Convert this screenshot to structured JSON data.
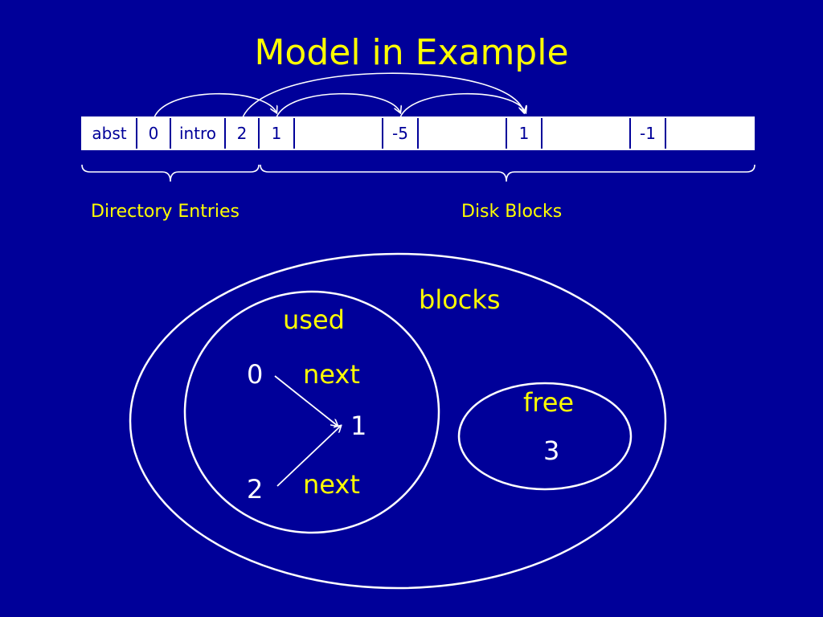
{
  "title": "Model in Example",
  "strip": {
    "cells": [
      "abst",
      "0",
      "intro",
      "2",
      "1",
      "",
      "-5",
      "",
      "1",
      "",
      "-1",
      ""
    ]
  },
  "brace_labels": {
    "directory": "Directory Entries",
    "disk": "Disk Blocks"
  },
  "venn": {
    "outer_label": "blocks",
    "used_label": "used",
    "free_label": "free",
    "used_elements": [
      "0",
      "1",
      "2"
    ],
    "next_label_top": "next",
    "next_label_bottom": "next",
    "free_element": "3"
  },
  "colors": {
    "background": "#000099",
    "accent": "#ffff00",
    "foreground": "#ffffff"
  }
}
